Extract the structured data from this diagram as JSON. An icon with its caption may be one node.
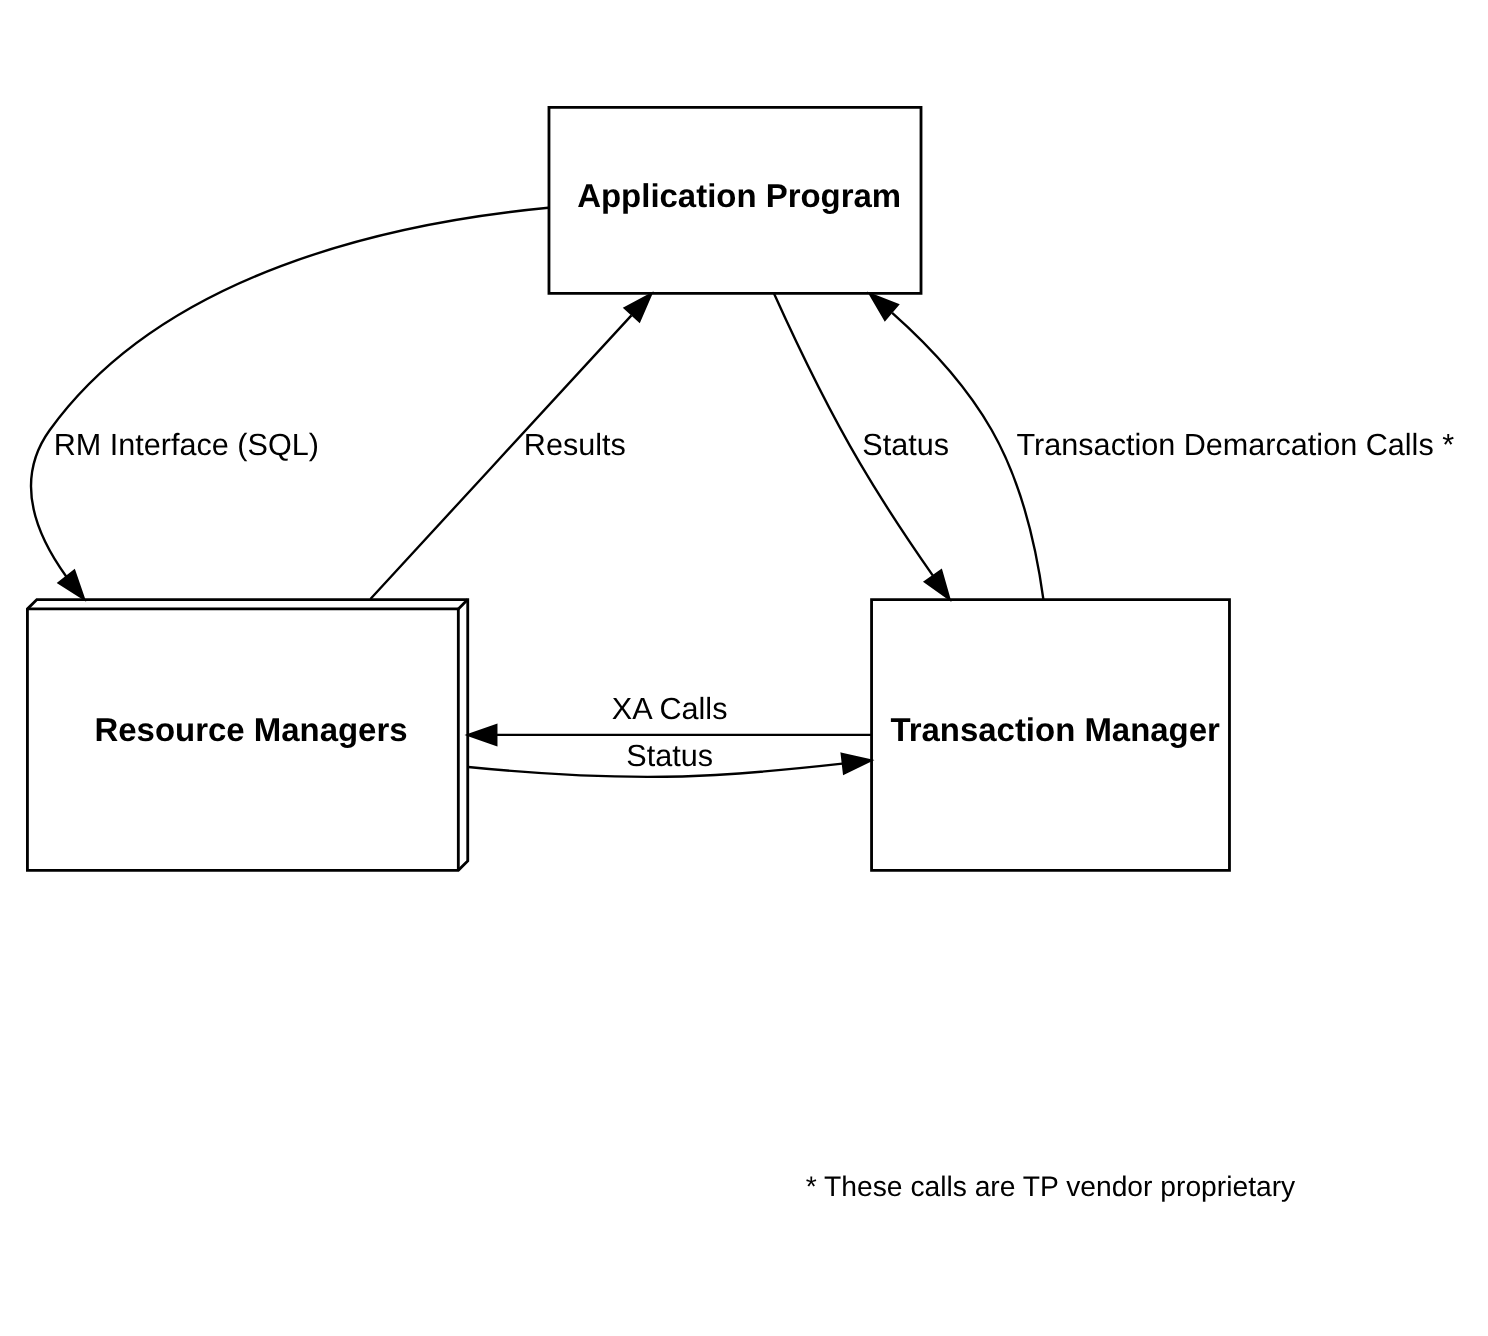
{
  "diagram": {
    "nodes": [
      {
        "text": [
          "Application Program"
        ]
      },
      {
        "text": [
          "Resource Managers"
        ]
      },
      {
        "text": [
          "Transaction Manager"
        ]
      }
    ],
    "edges": [
      {
        "from": 0,
        "to": 1,
        "arrow": "to",
        "label": "RM Interface (SQL)"
      },
      {
        "from": 1,
        "to": 0,
        "arrow": "to",
        "label": "Results"
      },
      {
        "from": 0,
        "to": 2,
        "arrow": "to",
        "label": "Status"
      },
      {
        "from": 2,
        "to": 0,
        "arrow": "to",
        "label": "Transaction Demarcation Calls *"
      },
      {
        "from": 2,
        "to": 1,
        "arrow": "to",
        "label": "XA Calls"
      },
      {
        "from": 1,
        "to": 2,
        "arrow": "to",
        "label": "Status"
      }
    ],
    "labels": [
      "* These calls are TP vendor proprietary"
    ]
  }
}
